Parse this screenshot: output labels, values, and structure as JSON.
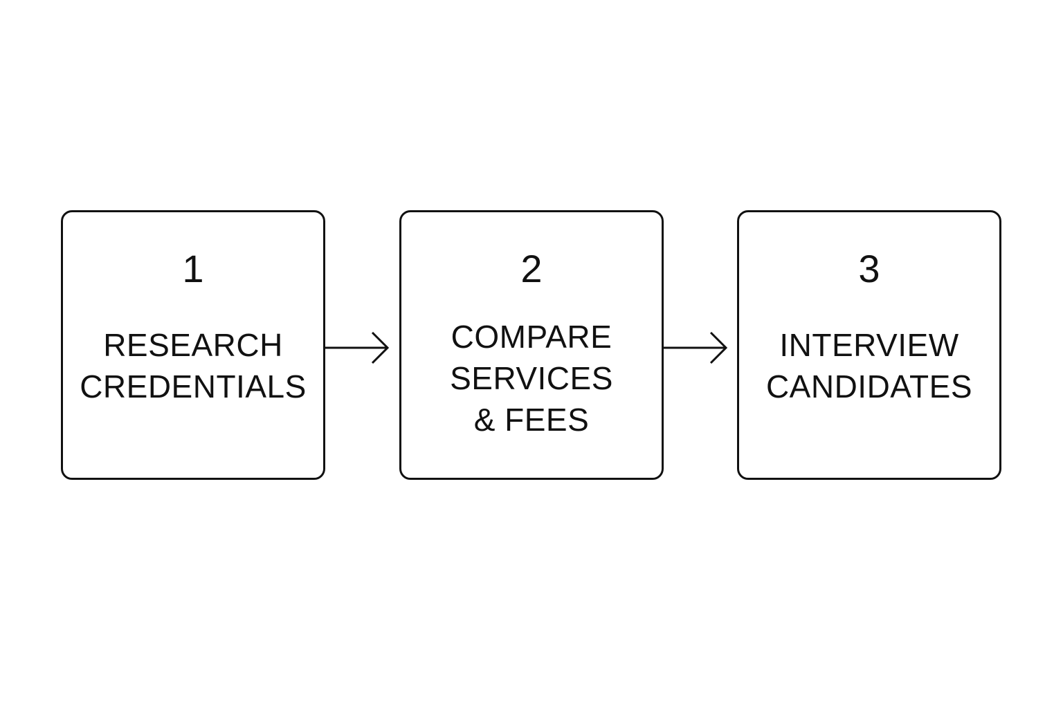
{
  "steps": [
    {
      "number": "1",
      "label_lines": [
        "RESEARCH",
        "CREDENTIALS"
      ]
    },
    {
      "number": "2",
      "label_lines": [
        "COMPARE",
        "SERVICES",
        "& FEES"
      ]
    },
    {
      "number": "3",
      "label_lines": [
        "INTERVIEW",
        "CANDIDATES"
      ]
    }
  ],
  "colors": {
    "stroke": "#111111",
    "background": "#ffffff"
  }
}
